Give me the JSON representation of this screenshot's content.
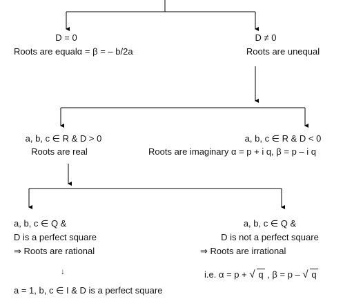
{
  "nodes": {
    "d_zero": {
      "condition": "D = 0",
      "result": "Roots are equal",
      "formula": "α = β = – b/2a"
    },
    "d_nonzero": {
      "condition": "D ≠ 0",
      "result": "Roots are unequal"
    },
    "d_positive": {
      "condition": "a, b, c ∈ R & D > 0",
      "result": "Roots are real"
    },
    "d_negative": {
      "condition": "a, b, c ∈ R & D < 0",
      "result": "Roots are imaginary",
      "formula": "α = p + i q,  β = p – i q"
    },
    "rational": {
      "line1": "a, b, c ∈ Q &",
      "line2": "D is a perfect square",
      "implies": "⇒",
      "result": "Roots are rational"
    },
    "irrational": {
      "line1": "a, b, c ∈ Q &",
      "line2": "D is not a perfect square",
      "implies": "⇒",
      "result": "Roots are irrational",
      "ie_prefix": "i.e. α = p + ",
      "root1": "q",
      "ie_middle": " , β = p – ",
      "root2": "q"
    },
    "integer_case": {
      "arrow": "↓",
      "text": "a = 1, b, c ∈ I & D is a perfect square"
    }
  },
  "colors": {
    "line": "#000000",
    "text": "#111111"
  }
}
